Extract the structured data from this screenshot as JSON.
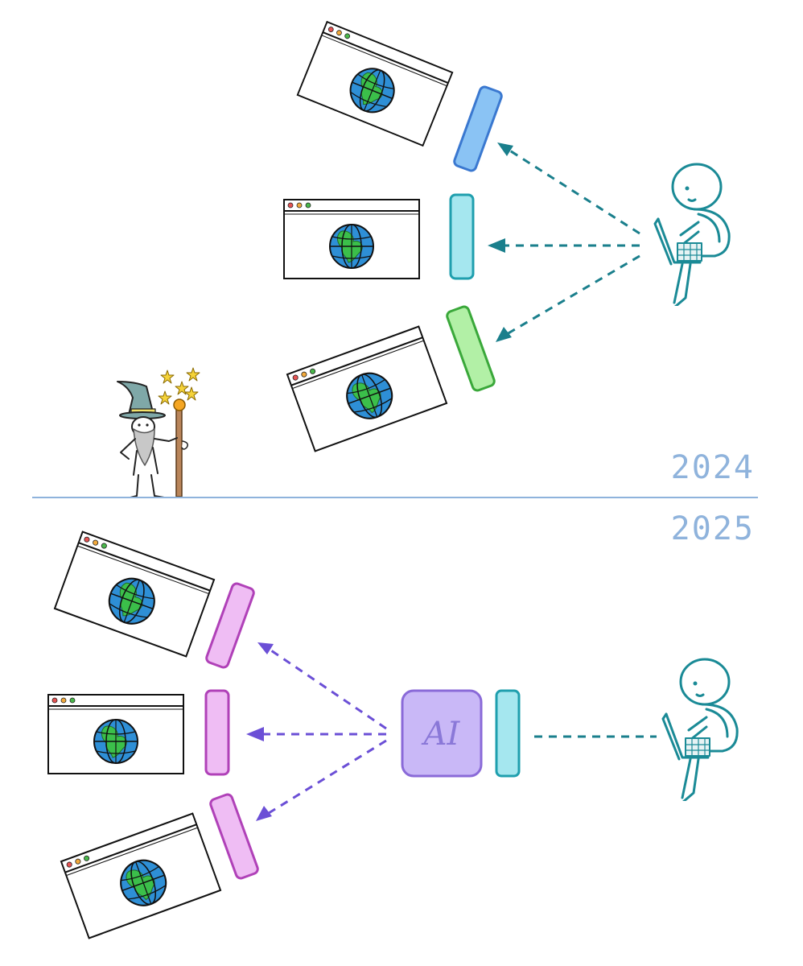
{
  "divider": {
    "top_label": "2024",
    "bottom_label": "2025",
    "color": "#8fb3dc"
  },
  "ai_box": {
    "label": "AI",
    "fill": "#c9b8f7",
    "stroke": "#8a6ad8"
  },
  "colors": {
    "user_teal": "#1a8a96",
    "arrow_teal": "#1a7f8c",
    "arrow_purple": "#6b4fd6",
    "globe_ocean": "#2e8fd6",
    "globe_land": "#3bbf4a",
    "connector_blue": "#8ac3f4",
    "connector_cyan": "#a5e7ef",
    "connector_green": "#b2f0a6",
    "connector_pink": "#efbdf4",
    "wizard_hat": "#7fa8a8",
    "star": "#f5d33a"
  },
  "icons": {
    "browser": "browser-window-icon",
    "globe": "globe-icon",
    "user": "person-with-laptop-icon",
    "wizard": "wizard-icon"
  }
}
